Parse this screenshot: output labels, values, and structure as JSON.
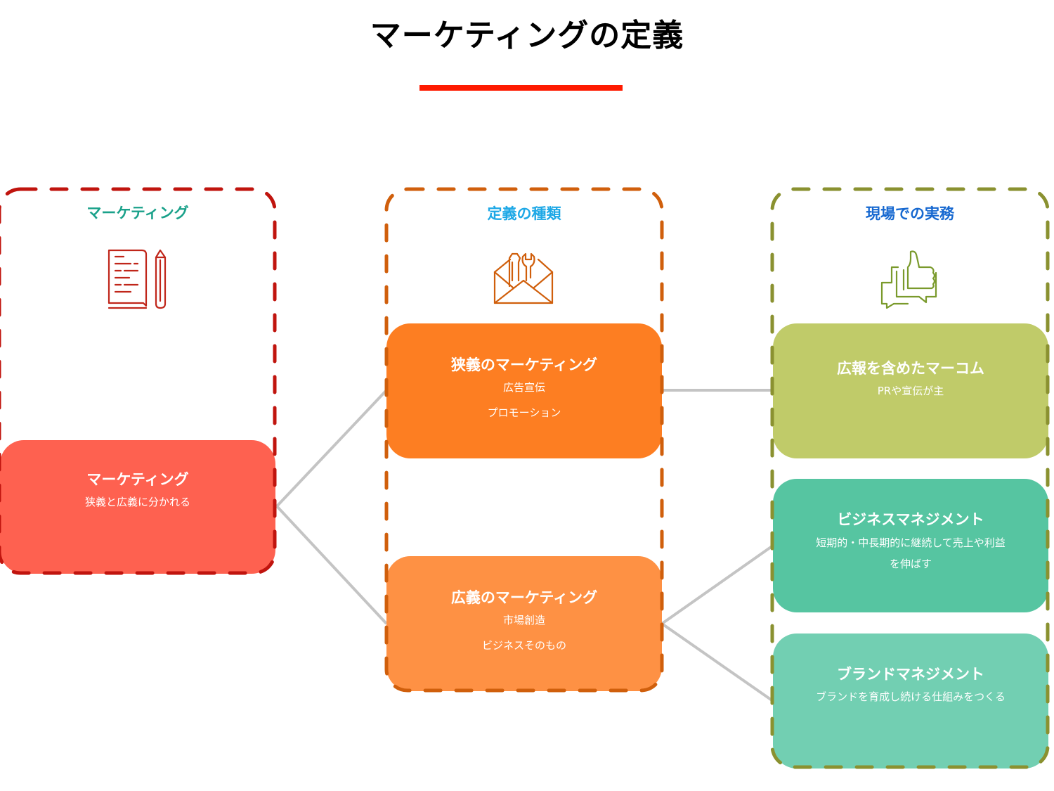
{
  "page": {
    "title": "マーケティングの定義"
  },
  "columns": [
    {
      "id": "marketing",
      "label": "マーケティング",
      "label_color": "#1aa18a",
      "border_color": "#c0140e",
      "icon": "document-pencil-icon",
      "nodes": [
        {
          "title": "マーケティング",
          "lines": [
            "狭義と広義に分かれる"
          ],
          "fill": "#fe6150"
        }
      ]
    },
    {
      "id": "types",
      "label": "定義の種類",
      "label_color": "#1ea8e6",
      "border_color": "#d05f0c",
      "icon": "envelope-tools-icon",
      "nodes": [
        {
          "title": "狭義のマーケティング",
          "lines": [
            "広告宣伝",
            "プロモーション"
          ],
          "fill": "#fd7e22"
        },
        {
          "title": "広義のマーケティング",
          "lines": [
            "市場創造",
            "ビジネスそのもの"
          ],
          "fill": "#fe9144"
        }
      ]
    },
    {
      "id": "practice",
      "label": "現場での実務",
      "label_color": "#1668d0",
      "border_color": "#8a9130",
      "icon": "thumbs-up-chat-icon",
      "nodes": [
        {
          "title": "広報を含めたマーコム",
          "lines": [
            "PRや宣伝が主"
          ],
          "fill": "#c0cb69"
        },
        {
          "title": "ビジネスマネジメント",
          "lines": [
            "短期的・中長期的に継続して売上や利益",
            "を伸ばす"
          ],
          "fill": "#56c5a1"
        },
        {
          "title": "ブランドマネジメント",
          "lines": [
            "ブランドを育成し続ける仕組みをつくる"
          ],
          "fill": "#72cfb2"
        }
      ]
    }
  ],
  "connections": [
    {
      "from": "マーケティング",
      "to": "狭義のマーケティング"
    },
    {
      "from": "マーケティング",
      "to": "広義のマーケティング"
    },
    {
      "from": "狭義のマーケティング",
      "to": "広報を含めたマーコム"
    },
    {
      "from": "広義のマーケティング",
      "to": "ビジネスマネジメント"
    },
    {
      "from": "広義のマーケティング",
      "to": "ブランドマネジメント"
    }
  ],
  "colors": {
    "accent_underline": "#fe1a00",
    "connector": "#c4c4c4"
  }
}
